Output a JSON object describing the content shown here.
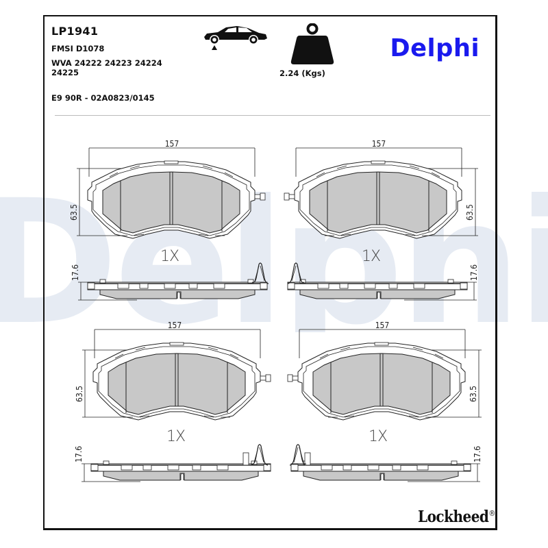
{
  "header": {
    "part_number": "LP1941",
    "fmsi": "FMSI D1078",
    "wva": "WVA 24222 24223 24224 24225",
    "ece_approval": "E9 90R - 02A0823/0145",
    "axle_icon": "car-front-axle-icon",
    "weight_icon": "weight-icon",
    "weight": "2.24 (Kgs)"
  },
  "brand": {
    "logo_text": "Delphi",
    "logo_color": "#1a1aee",
    "watermark_text": "Delphi",
    "watermark_color": "#e6ebf3",
    "footer_brand": "Lockheed",
    "footer_mark": "®"
  },
  "pads": [
    {
      "position": "top-left",
      "width_label": "157",
      "height_label": "63.5",
      "thickness_label": "17.6",
      "quantity": "1X",
      "wear_indicator_side": "right"
    },
    {
      "position": "top-right",
      "width_label": "157",
      "height_label": "63.5",
      "thickness_label": "17.6",
      "quantity": "1X",
      "wear_indicator_side": "left"
    },
    {
      "position": "bottom-left",
      "width_label": "157",
      "height_label": "63.5",
      "thickness_label": "17.6",
      "quantity": "1X",
      "wear_indicator_side": "right"
    },
    {
      "position": "bottom-right",
      "width_label": "157",
      "height_label": "63.5",
      "thickness_label": "17.6",
      "quantity": "1X",
      "wear_indicator_side": "left"
    }
  ],
  "colors": {
    "friction_fill": "#c8c8c8",
    "line": "#222222"
  }
}
